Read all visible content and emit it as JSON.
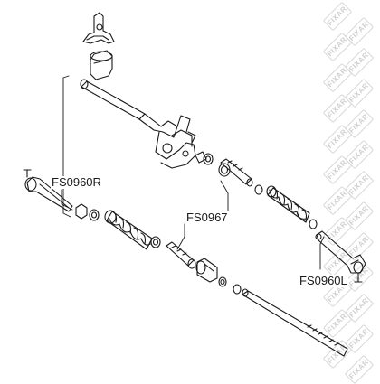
{
  "watermark": {
    "brand_text": "FIXAR",
    "color": "#d0d0d0"
  },
  "callouts": {
    "right_tie_rod_end": "FS0960R",
    "inner_tie_rod": "FS0967",
    "left_tie_rod_end": "FS0960L"
  },
  "colors": {
    "line": "#1a1a1a",
    "background": "#ffffff"
  }
}
